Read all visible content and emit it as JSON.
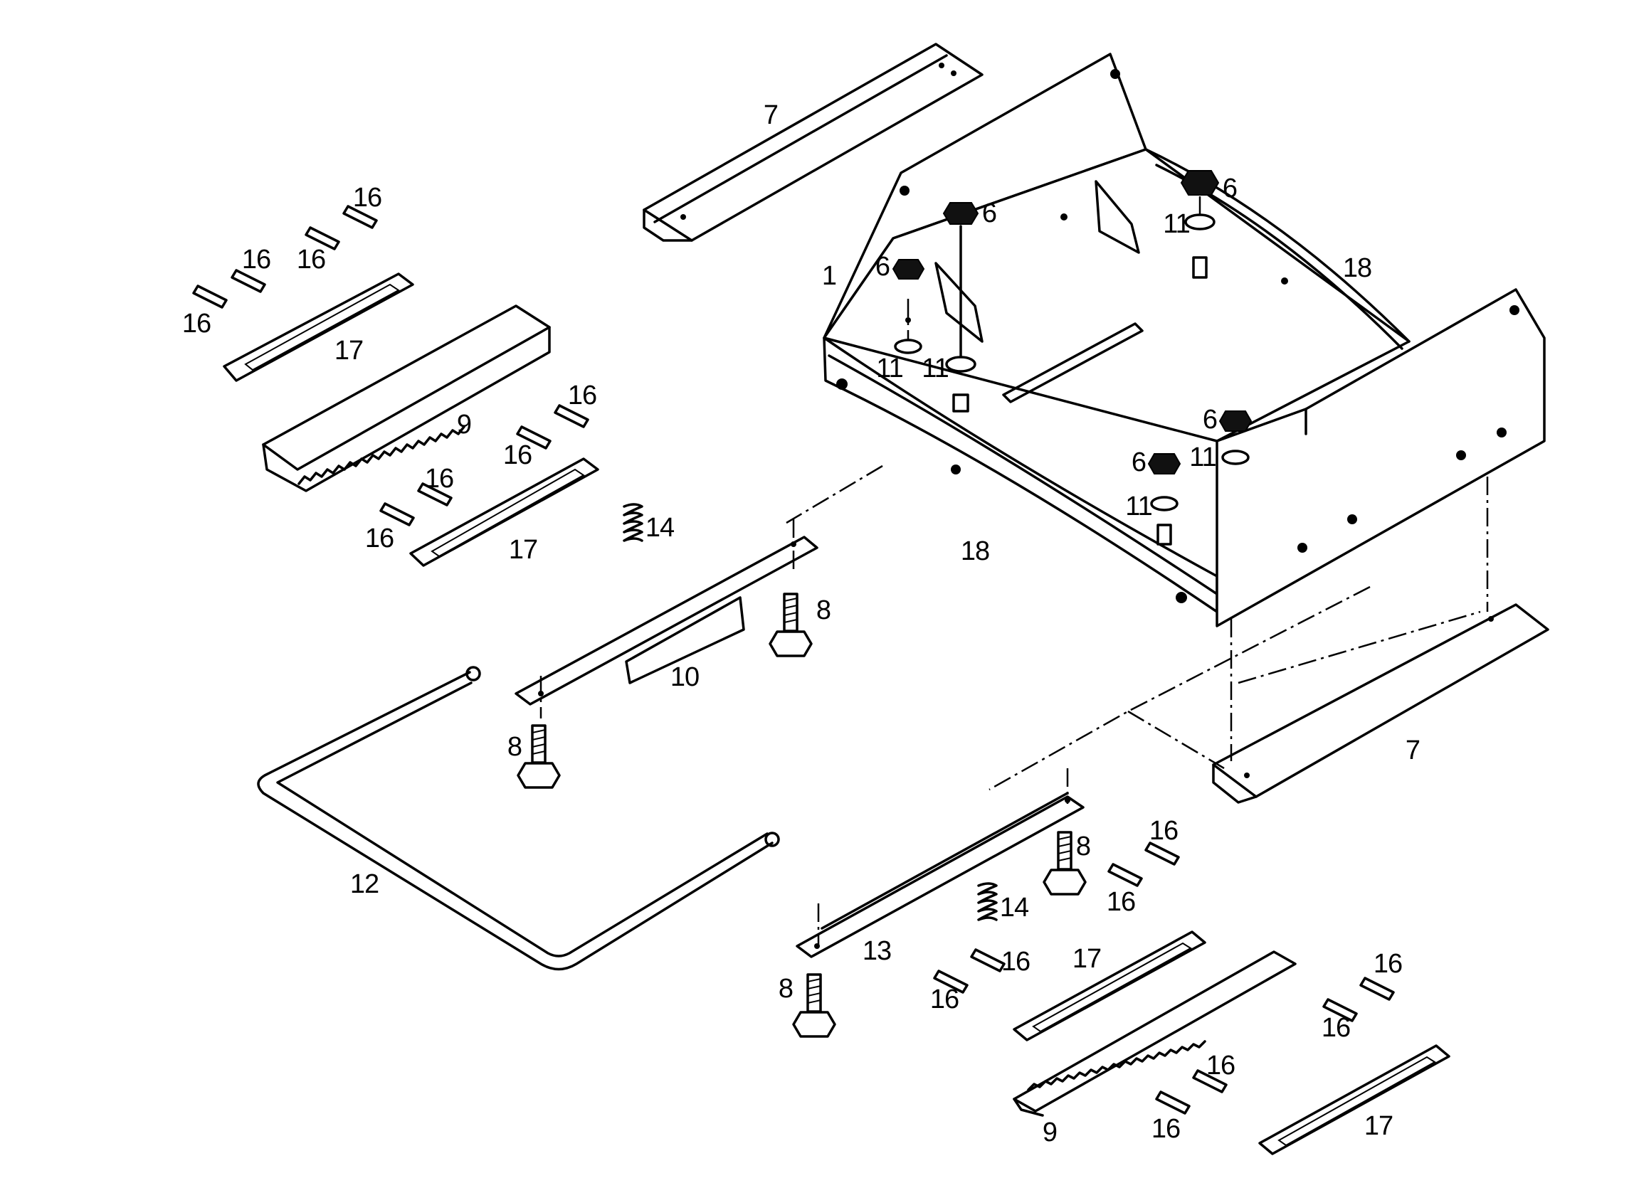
{
  "figure": {
    "labels": {
      "frame_1": "1",
      "nut_6_a": "6",
      "nut_6_b": "6",
      "nut_6_c": "6",
      "nut_6_d": "6",
      "nut_6_e": "6",
      "rail_7_top": "7",
      "rail_7_right": "7",
      "bolt_8_a": "8",
      "bolt_8_b": "8",
      "bolt_8_c": "8",
      "bolt_8_d": "8",
      "rack_9_left": "9",
      "rack_9_bottom": "9",
      "slide_10": "10",
      "washer_11_a": "11",
      "washer_11_b": "11",
      "washer_11_c": "11",
      "washer_11_d": "11",
      "washer_11_e": "11",
      "rod_12": "12",
      "slide_13": "13",
      "spring_14_a": "14",
      "spring_14_b": "14",
      "pin_16_a": "16",
      "pin_16_b": "16",
      "pin_16_c": "16",
      "pin_16_d": "16",
      "pin_16_e": "16",
      "pin_16_f": "16",
      "pin_16_g": "16",
      "pin_16_h": "16",
      "pin_16_i": "16",
      "pin_16_j": "16",
      "pin_16_k": "16",
      "pin_16_l": "16",
      "pin_16_m": "16",
      "pin_16_n": "16",
      "pin_16_o": "16",
      "pin_16_p": "16",
      "plate_17_a": "17",
      "plate_17_b": "17",
      "plate_17_c": "17",
      "plate_17_d": "17",
      "channel_18_right": "18",
      "channel_18_bottom": "18"
    }
  }
}
